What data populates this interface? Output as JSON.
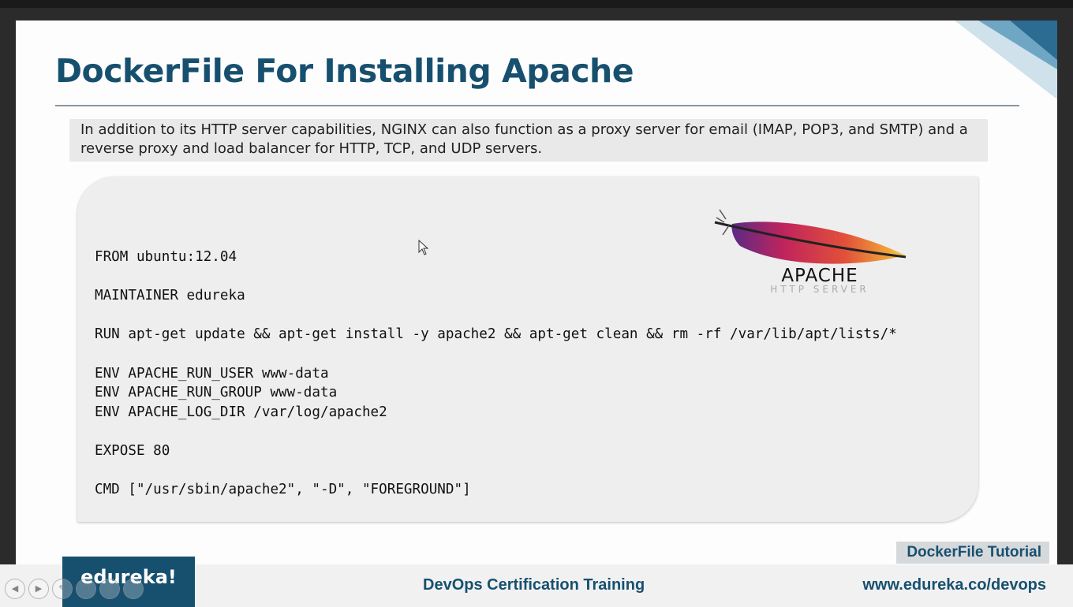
{
  "slide": {
    "title": "DockerFile For Installing Apache",
    "intro": "In addition to its HTTP server capabilities, NGINX can also function as a proxy server for email (IMAP, POP3, and SMTP) and a reverse proxy and load balancer for HTTP, TCP, and UDP servers.",
    "code_lines": [
      "FROM ubuntu:12.04",
      "",
      "MAINTAINER edureka",
      "",
      "RUN apt-get update && apt-get install -y apache2 && apt-get clean && rm -rf /var/lib/apt/lists/*",
      "",
      "ENV APACHE_RUN_USER www-data",
      "ENV APACHE_RUN_GROUP www-data",
      "ENV APACHE_LOG_DIR /var/log/apache2",
      "",
      "EXPOSE 80",
      "",
      "CMD [\"/usr/sbin/apache2\", \"-D\", \"FOREGROUND\"]"
    ],
    "logo": {
      "name": "APACHE",
      "subtitle": "HTTP SERVER"
    },
    "section_label": "DockerFile Tutorial"
  },
  "footer": {
    "brand": "edureka!",
    "course": "DevOps Certification Training",
    "url": "www.edureka.co/devops"
  },
  "colors": {
    "accent": "#17506f",
    "code_bg": "#eeeeee",
    "intro_bg": "#e9e9e9"
  },
  "player_controls": [
    "prev-icon",
    "play-icon",
    "pen-icon",
    "copy-icon",
    "zoom-icon",
    "more-icon"
  ]
}
